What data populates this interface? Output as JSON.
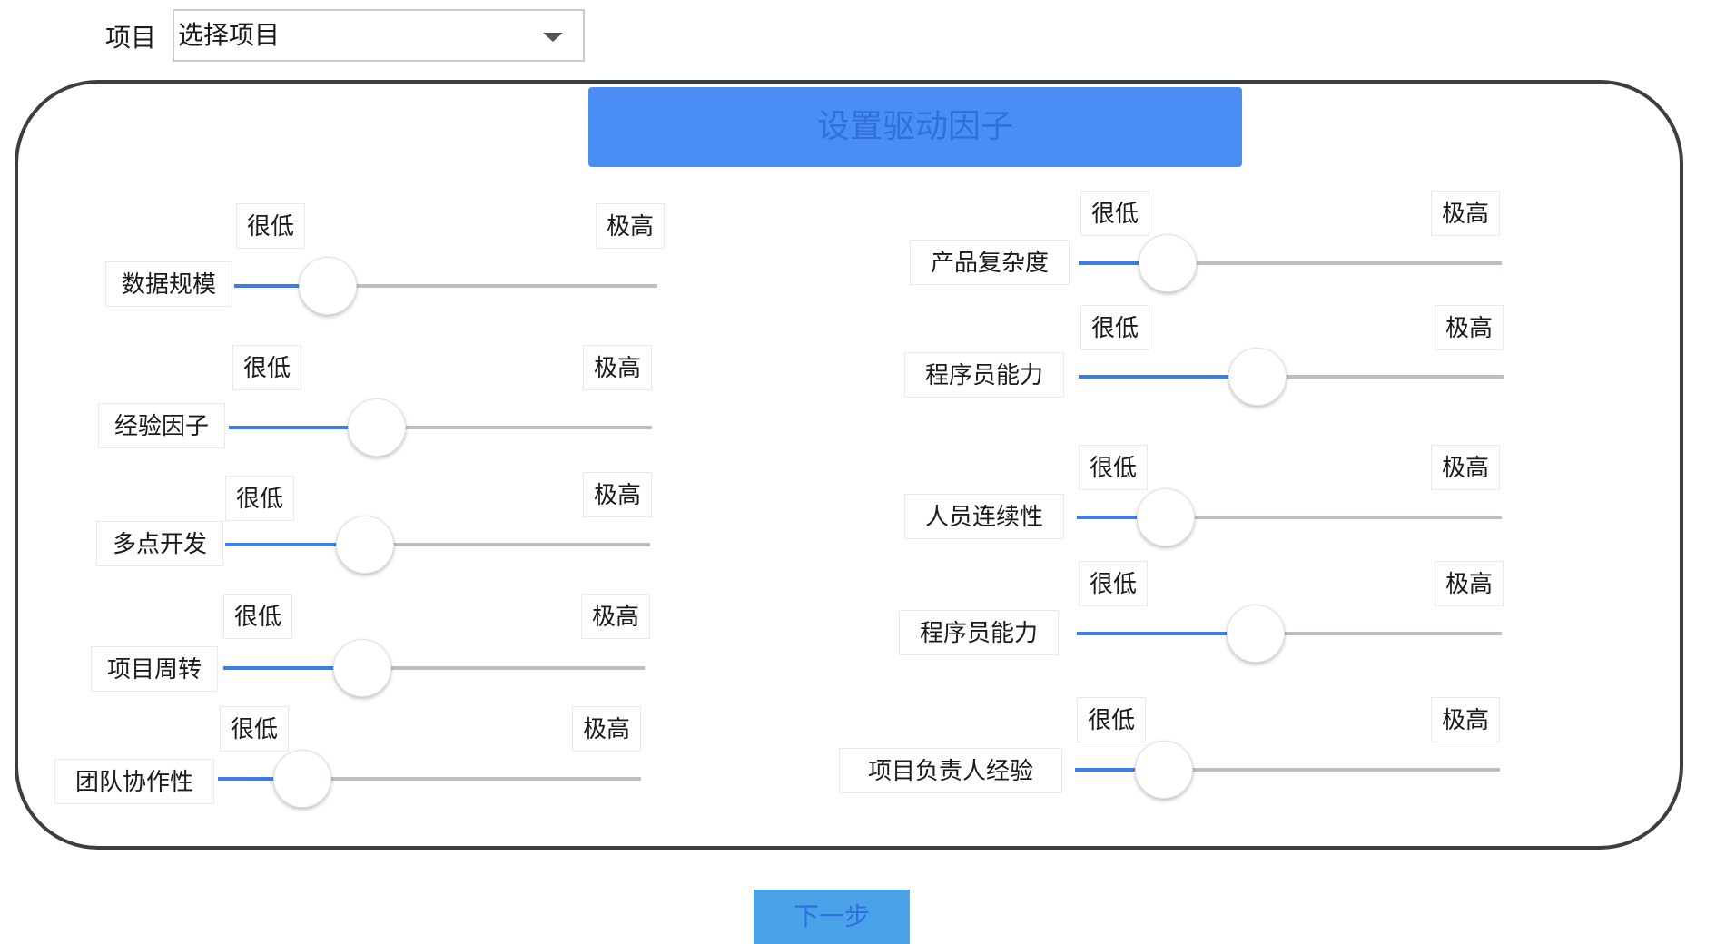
{
  "project": {
    "label": "项目",
    "select_value": "选择项目"
  },
  "panel_title": "设置驱动因子",
  "next_button": "下一步",
  "slider_scale": {
    "low": "很低",
    "high": "极高"
  },
  "sliders": [
    {
      "label": "数据规模",
      "value": 0.22
    },
    {
      "label": "经验因子",
      "value": 0.35
    },
    {
      "label": "多点开发",
      "value": 0.33
    },
    {
      "label": "项目周转",
      "value": 0.33
    },
    {
      "label": "团队协作性",
      "value": 0.2
    },
    {
      "label": "产品复杂度",
      "value": 0.21
    },
    {
      "label": "程序员能力",
      "value": 0.42
    },
    {
      "label": "人员连续性",
      "value": 0.21
    },
    {
      "label": "程序员能力",
      "value": 0.42
    },
    {
      "label": "项目负责人经验",
      "value": 0.21
    }
  ],
  "colors": {
    "panel_title_bg": "#4a8ef5",
    "slider_fill": "#3d7ee6",
    "track": "#b8c0c6",
    "next_bg": "#4aa3e8"
  }
}
